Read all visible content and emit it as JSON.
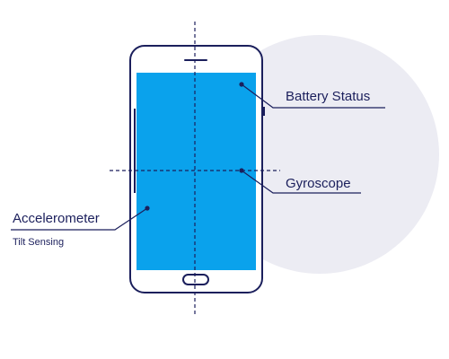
{
  "colors": {
    "ink": "#1b1f5c",
    "screen": "#0aa2ec",
    "backdrop": "#ececf3",
    "background": "#ffffff"
  },
  "labels": {
    "battery_status": "Battery Status",
    "gyroscope": "Gyroscope",
    "accelerometer": "Accelerometer",
    "tilt_sensing": "Tilt Sensing"
  },
  "icons": {
    "device": "smartphone-icon",
    "home": "home-button-icon",
    "speaker": "earpiece-icon"
  }
}
